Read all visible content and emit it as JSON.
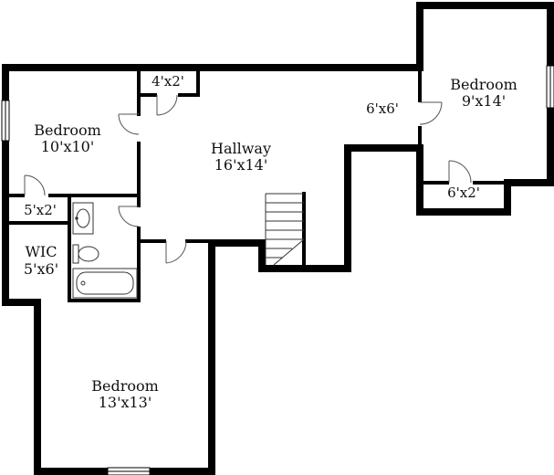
{
  "rooms": {
    "bedroom_left": {
      "name": "Bedroom",
      "size": "10'x10'"
    },
    "hallway": {
      "name": "Hallway",
      "size": "16'x14'"
    },
    "bedroom_right": {
      "name": "Bedroom",
      "size": "9'x14'"
    },
    "bedroom_bottom": {
      "name": "Bedroom",
      "size": "13'x13'"
    },
    "wic": {
      "name": "WIC",
      "size": "5'x6'"
    }
  },
  "closets": {
    "top": "4'x2'",
    "left": "5'x2'",
    "nook": "6'x6'",
    "right": "6'x2'"
  }
}
